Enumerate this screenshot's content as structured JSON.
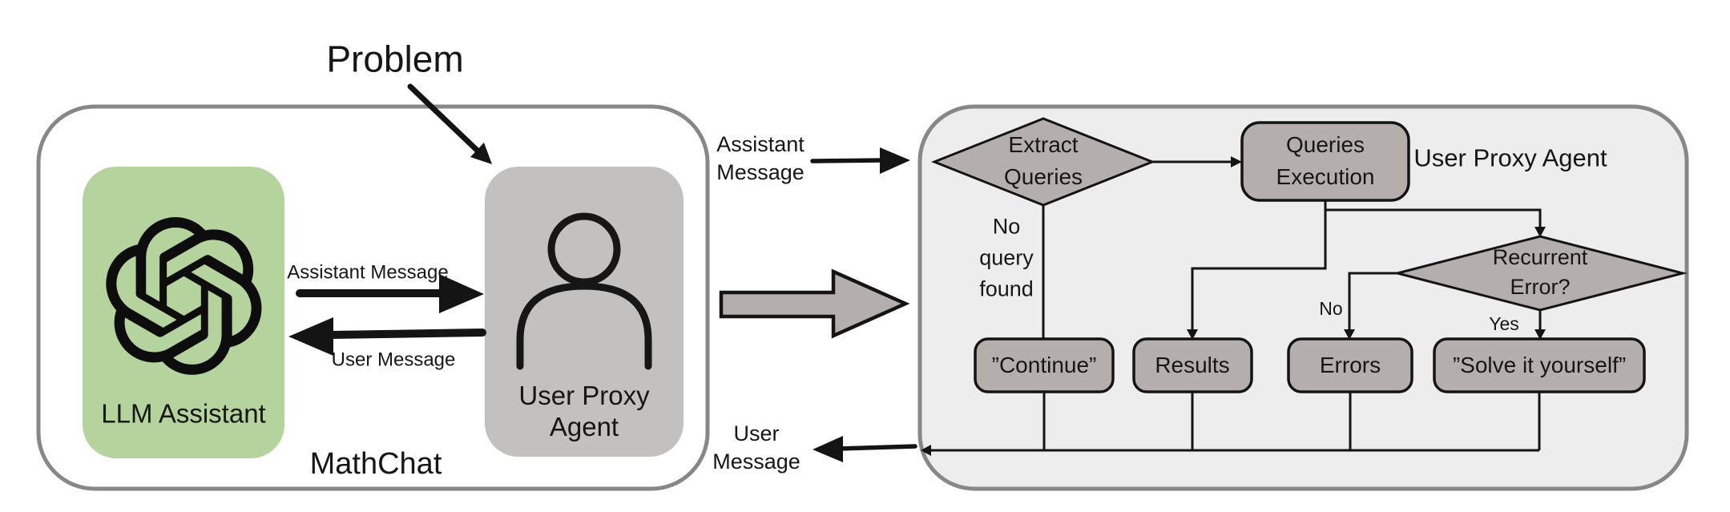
{
  "problem_label": "Problem",
  "mathchat": {
    "title": "MathChat",
    "llm_assistant_label": "LLM Assistant",
    "user_proxy_node": {
      "line1": "User Proxy",
      "line2": "Agent"
    },
    "assistant_message_label": "Assistant Message",
    "user_message_label": "User Message"
  },
  "middle": {
    "assistant_message": {
      "line1": "Assistant",
      "line2": "Message"
    },
    "user_message": {
      "line1": "User",
      "line2": "Message"
    }
  },
  "flowchart": {
    "title": "User Proxy Agent",
    "extract_queries": {
      "line1": "Extract",
      "line2": "Queries"
    },
    "queries_execution": {
      "line1": "Queries",
      "line2": "Execution"
    },
    "no_query_found": {
      "line1": "No",
      "line2": "query",
      "line3": "found"
    },
    "recurrent_error": {
      "line1": "Recurrent",
      "line2": "Error?"
    },
    "no_label": "No",
    "yes_label": "Yes",
    "continue_node": "”Continue”",
    "results_node": "Results",
    "errors_node": "Errors",
    "solve_node": "”Solve it yourself”"
  },
  "colors": {
    "container_border": "#878787",
    "flow_container_fill": "#ededed",
    "node_fill": "#b4afac",
    "llm_assistant_fill": "#b5d49d",
    "user_proxy_fill": "#c3c1c0",
    "line": "#141414"
  }
}
